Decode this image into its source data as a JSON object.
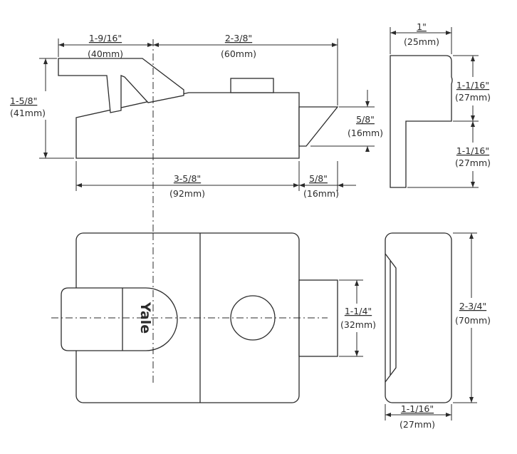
{
  "side_view": {
    "top_left_width": {
      "fraction": "1-9/16\"",
      "mm": "(40mm)"
    },
    "top_right_width": {
      "fraction": "2-3/8\"",
      "mm": "(60mm)"
    },
    "left_height": {
      "fraction": "1-5/8\"",
      "mm": "(41mm)"
    },
    "bolt_height": {
      "fraction": "5/8\"",
      "mm": "(16mm)"
    },
    "body_length": {
      "fraction": "3-5/8\"",
      "mm": "(92mm)"
    },
    "bolt_length": {
      "fraction": "5/8\"",
      "mm": "(16mm)"
    }
  },
  "end_view": {
    "width": {
      "fraction": "1\"",
      "mm": "(25mm)"
    },
    "upper_height": {
      "fraction": "1-1/16\"",
      "mm": "(27mm)"
    },
    "lower_height": {
      "fraction": "1-1/16\"",
      "mm": "(27mm)"
    }
  },
  "front_view": {
    "logo": "Yale",
    "bolt_height": {
      "fraction": "1-1/4\"",
      "mm": "(32mm)"
    }
  },
  "back_view": {
    "height": {
      "fraction": "2-3/4\"",
      "mm": "(70mm)"
    },
    "width": {
      "fraction": "1-1/16\"",
      "mm": "(27mm)"
    }
  }
}
